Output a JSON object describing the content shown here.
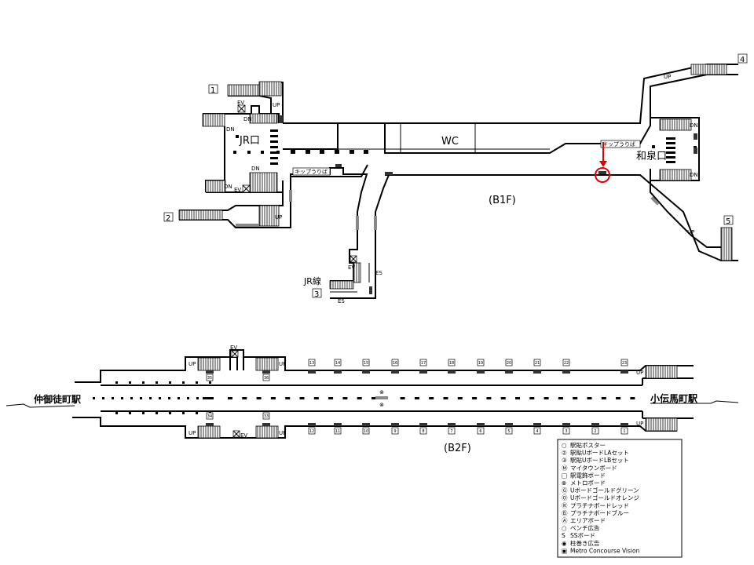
{
  "b1f": {
    "floor_label": "(B1F)",
    "jr_exit": "JR口",
    "izumi_exit": "和泉口",
    "wc": "WC",
    "jr_line": "JR線",
    "kiosk_label": "キップうりば",
    "exits": [
      "1",
      "2",
      "3",
      "4",
      "5"
    ],
    "up": "UP",
    "dn": "DN",
    "ev": "EV",
    "es": "ES",
    "highlight_color": "#e00000"
  },
  "b2f": {
    "floor_label": "(B2F)",
    "west_station": "仲御徒町駅",
    "east_station": "小伝馬町駅",
    "upper_boards": [
      "13",
      "14",
      "15",
      "16",
      "17",
      "18",
      "19",
      "20",
      "21",
      "22",
      "23"
    ],
    "lower_boards": [
      "12",
      "11",
      "10",
      "9",
      "8",
      "7",
      "6",
      "5",
      "4",
      "3",
      "2",
      "1"
    ],
    "upper_left_boards": [
      "35",
      "36"
    ],
    "lower_left_boards": [
      "34",
      "33"
    ]
  },
  "legend": {
    "items": [
      {
        "symbol": "○",
        "label": "駅貼ポスター"
      },
      {
        "symbol": "②",
        "label": "駅貼UボードLAセット"
      },
      {
        "symbol": "③",
        "label": "駅貼UボードLBセット"
      },
      {
        "symbol": "Ⓜ",
        "label": "マイタウンボード"
      },
      {
        "symbol": "□",
        "label": "駅電飾ボード"
      },
      {
        "symbol": "⊗",
        "label": "メトロボード"
      },
      {
        "symbol": "Ⓖ",
        "label": "Uボードゴールドグリーン"
      },
      {
        "symbol": "Ⓞ",
        "label": "Uボードゴールドオレンジ"
      },
      {
        "symbol": "Ⓡ",
        "label": "プラチナボードレッド"
      },
      {
        "symbol": "Ⓑ",
        "label": "プラチナボードブルー"
      },
      {
        "symbol": "Ⓐ",
        "label": "エリアボード"
      },
      {
        "symbol": "○",
        "label": "ベンチ広告"
      },
      {
        "symbol": "S",
        "label": "SSボード"
      },
      {
        "symbol": "◉",
        "label": "柱巻き広告"
      },
      {
        "symbol": "▣",
        "label": "Metro Concourse Vision"
      }
    ]
  }
}
